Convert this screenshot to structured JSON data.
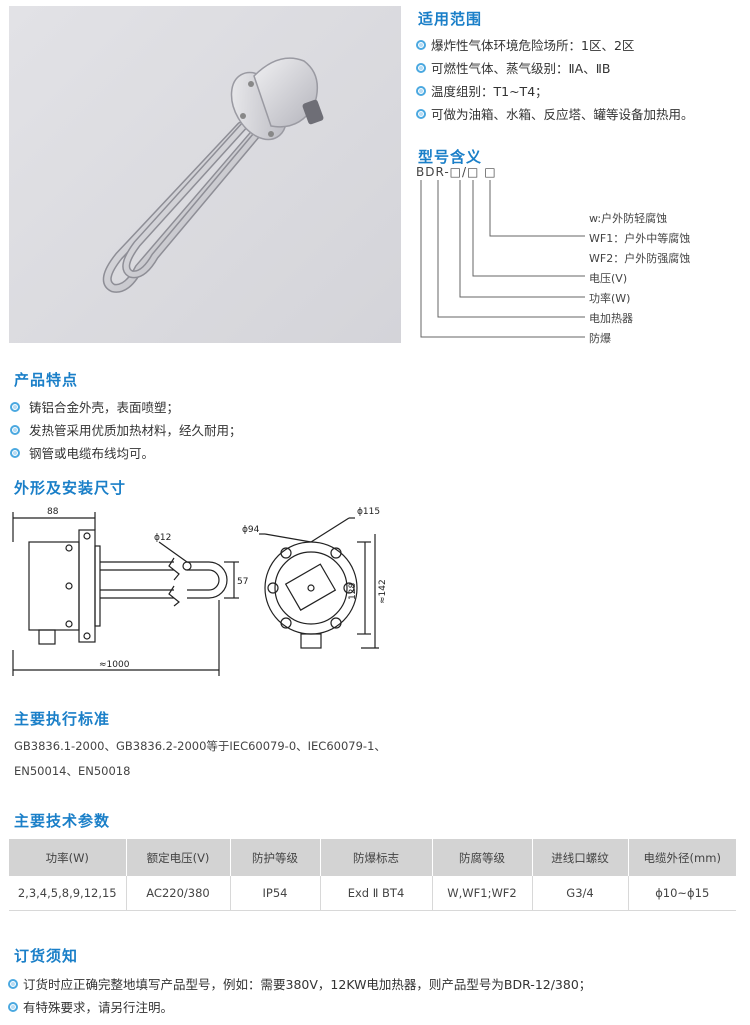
{
  "scope": {
    "title": "适用范围",
    "items": [
      "爆炸性气体环境危险场所：1区、2区",
      "可燃性气体、蒸气级别：ⅡA、ⅡB",
      "温度组别：T1~T4；",
      "可做为油箱、水箱、反应塔、罐等设备加热用。"
    ]
  },
  "model": {
    "title": "型号含义",
    "code": "BDR-□/□ □",
    "labels": [
      "w:户外防轻腐蚀",
      "WF1：户外中等腐蚀",
      "WF2：户外防强腐蚀",
      "电压(V)",
      "功率(W)",
      "电加热器",
      "防爆"
    ]
  },
  "features": {
    "title": "产品特点",
    "items": [
      "铸铝合金外壳，表面喷塑；",
      "发热管采用优质加热材料，经久耐用；",
      "钢管或电缆布线均可。"
    ]
  },
  "dimensions": {
    "title": "外形及安装尺寸",
    "labels": {
      "d88": "88",
      "phi12": "ϕ12",
      "d57": "57",
      "d1000": "≈1000",
      "phi94": "ϕ94",
      "phi115": "ϕ115",
      "d128": "128",
      "d142": "≈142"
    }
  },
  "standards": {
    "title": "主要执行标准",
    "lines": [
      "GB3836.1-2000、GB3836.2-2000等于IEC60079-0、IEC60079-1、",
      "EN50014、EN50018"
    ]
  },
  "params": {
    "title": "主要技术参数",
    "headers": [
      "功率(W)",
      "额定电压(V)",
      "防护等级",
      "防爆标志",
      "防腐等级",
      "进线口螺纹",
      "电缆外径(mm)"
    ],
    "row": [
      "2,3,4,5,8,9,12,15",
      "AC220/380",
      "IP54",
      "Exd Ⅱ BT4",
      "W,WF1;WF2",
      "G3/4",
      "ϕ10~ϕ15"
    ]
  },
  "order": {
    "title": "订货须知",
    "items": [
      "订货时应正确完整地填写产品型号，例如：需要380V，12KW电加热器，则产品型号为BDR-12/380；",
      "有特殊要求，请另行注明。"
    ]
  },
  "colors": {
    "accent": "#1a7fc8",
    "table_header": "#d3d3d3"
  }
}
